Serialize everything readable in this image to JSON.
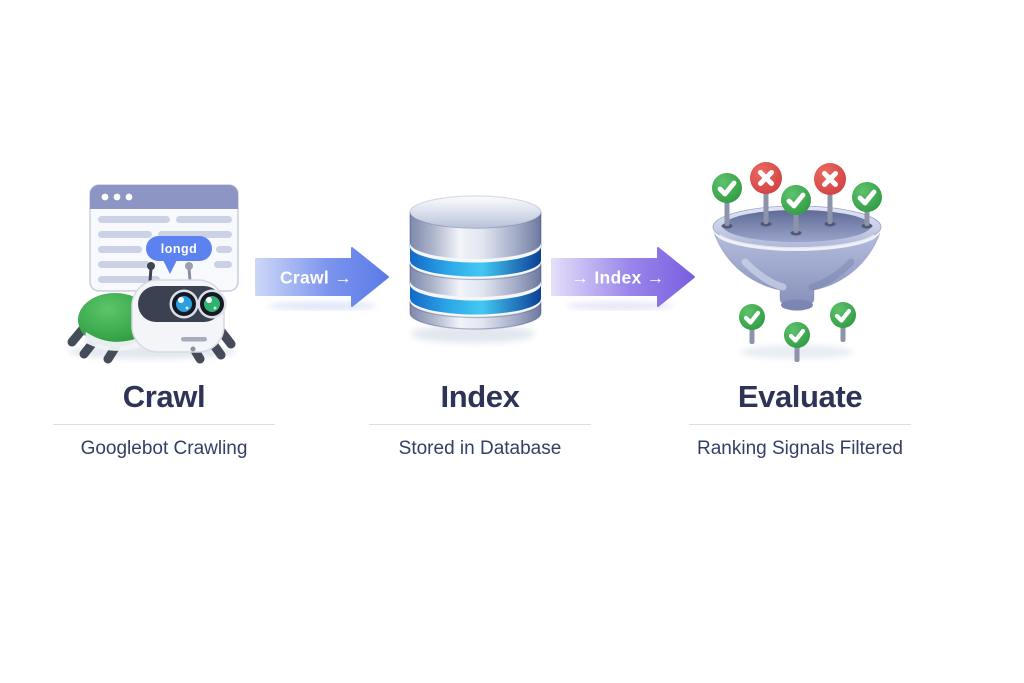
{
  "diagram": {
    "steps": [
      {
        "id": "crawl",
        "title": "Crawl",
        "subtitle": "Googlebot Crawling",
        "illustration": "googlebot-spider-and-browser"
      },
      {
        "id": "index",
        "title": "Index",
        "subtitle": "Stored in Database",
        "illustration": "database-cylinder"
      },
      {
        "id": "evaluate",
        "title": "Evaluate",
        "subtitle": "Ranking Signals Filtered",
        "illustration": "funnel-with-check-and-x-pins"
      }
    ],
    "arrows": [
      {
        "label": "Crawl →"
      },
      {
        "label": "→ Index →"
      }
    ],
    "speech_bubble_text": "longd",
    "colors": {
      "background": "#ffffff",
      "title": "#2f3456",
      "subtitle": "#363d66",
      "arrow_blue": "#5a7ae8",
      "arrow_purple": "#7a5fe0",
      "approve_green": "#3dae4f",
      "reject_red": "#e05353",
      "browser_bar": "#8d95c5",
      "bubble_blue": "#5b82ee",
      "db_ring_blue": "#2fb8ec",
      "funnel_periwinkle": "#9aa4ca"
    }
  }
}
